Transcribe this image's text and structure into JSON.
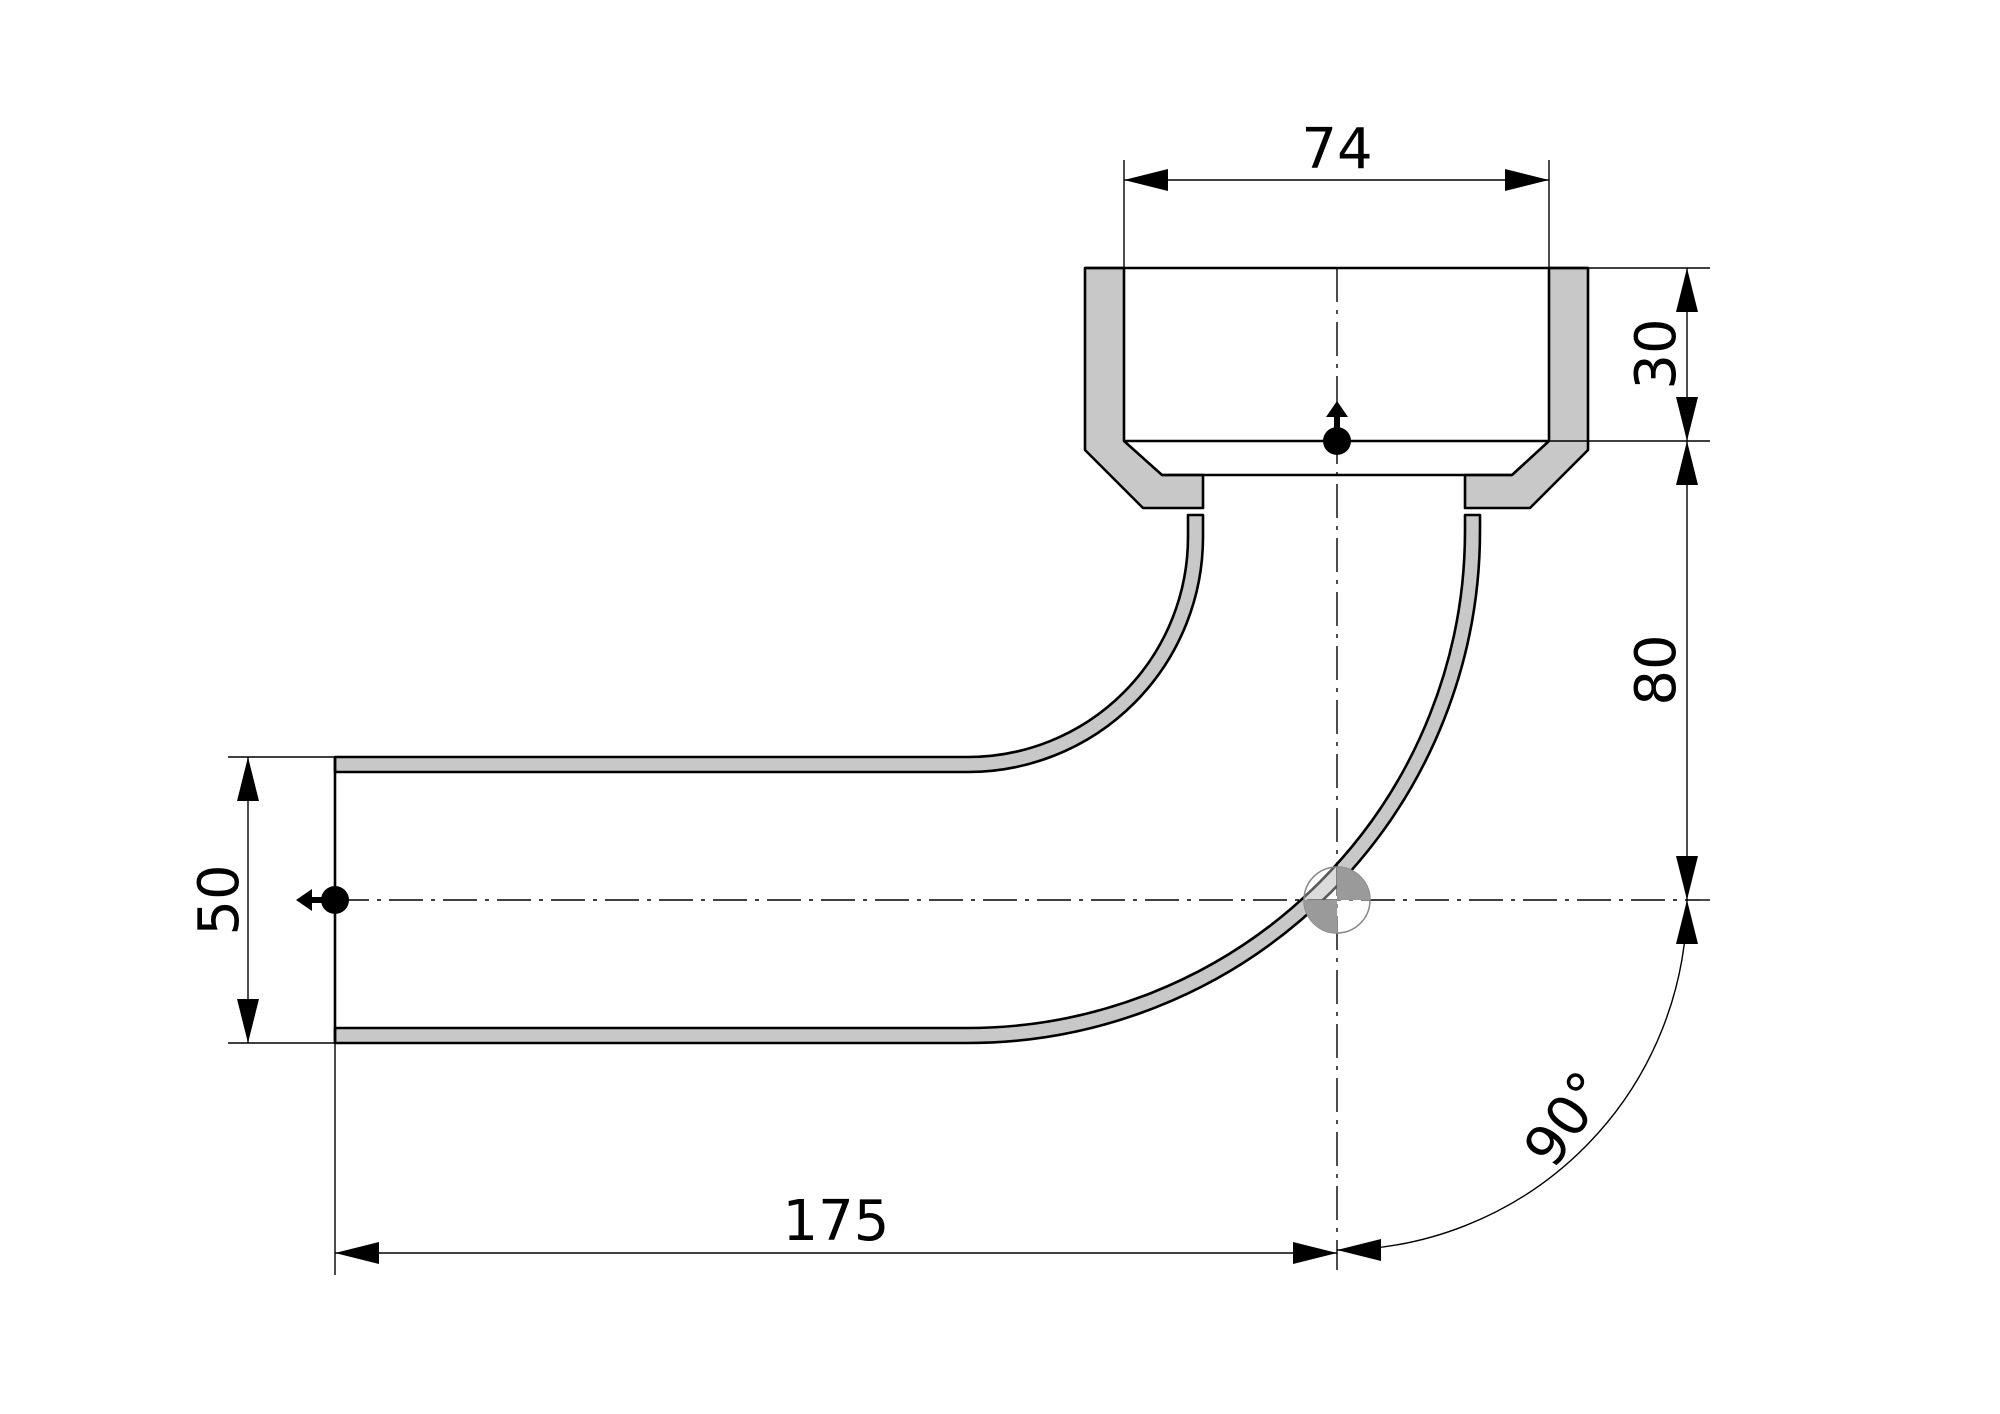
{
  "dimensions": {
    "outlet_width": "74",
    "socket_depth": "30",
    "vertical_offset": "80",
    "pipe_diameter": "50",
    "horizontal_length": "175",
    "bend_angle": "90°"
  }
}
